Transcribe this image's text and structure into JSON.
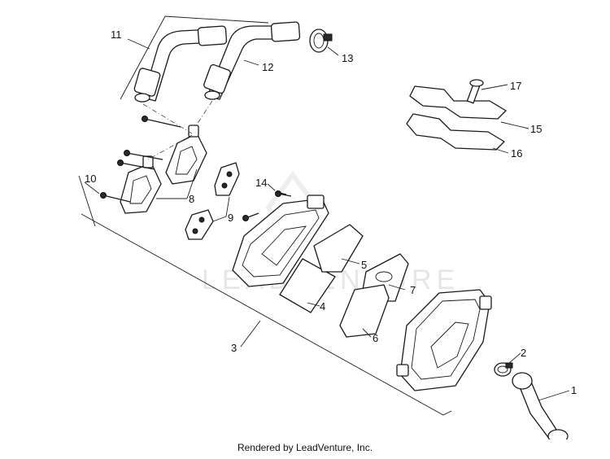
{
  "callouts": {
    "c1": "1",
    "c2": "2",
    "c3": "3",
    "c4": "4",
    "c5": "5",
    "c6": "6",
    "c7": "7",
    "c8": "8",
    "c9": "9",
    "c10": "10",
    "c11": "11",
    "c12": "12",
    "c13": "13",
    "c14": "14",
    "c15": "15",
    "c16": "16",
    "c17": "17"
  },
  "watermark": "LEADVENTURE",
  "footer": "Rendered by LeadVenture, Inc."
}
